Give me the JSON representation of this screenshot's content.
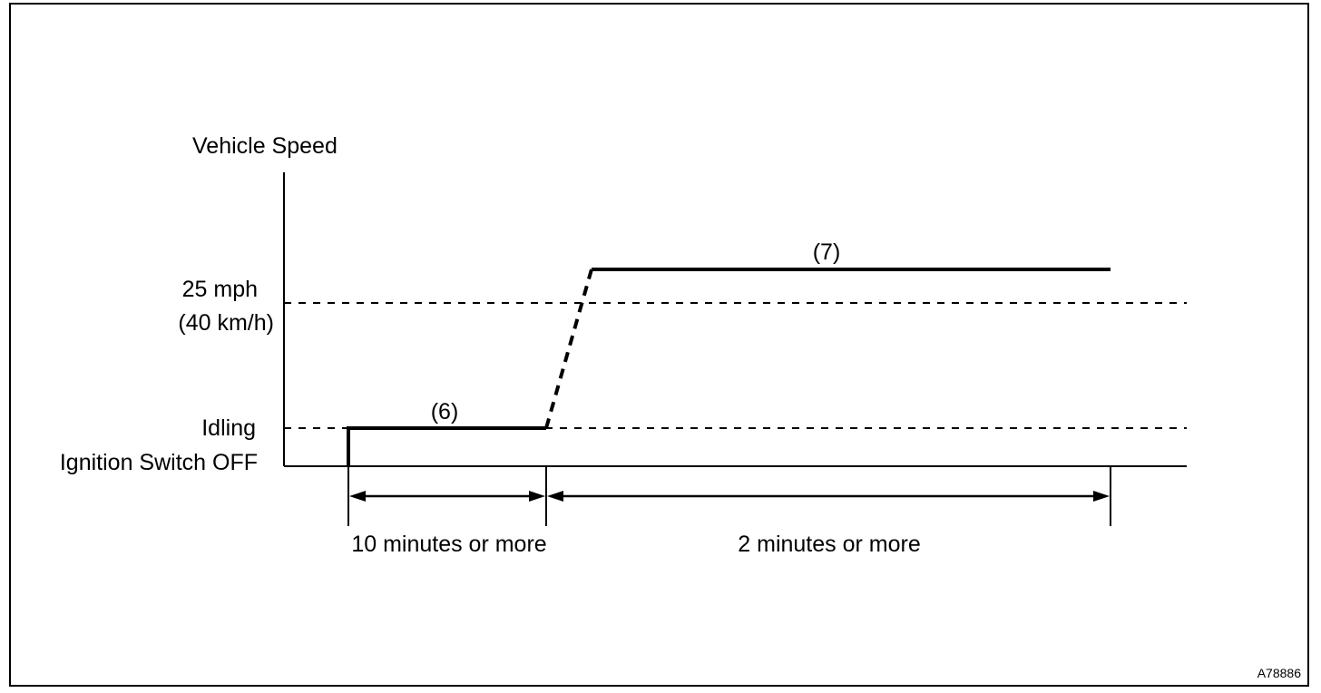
{
  "labels": {
    "y_axis_title": "Vehicle Speed",
    "speed_mph": "25 mph",
    "speed_kmh": "(40 km/h)",
    "idling": "Idling",
    "ignition_off": "Ignition Switch OFF",
    "step_6": "(6)",
    "step_7": "(7)",
    "duration_1": "10 minutes or more",
    "duration_2": "2 minutes or more"
  },
  "figure_code": "A78886"
}
